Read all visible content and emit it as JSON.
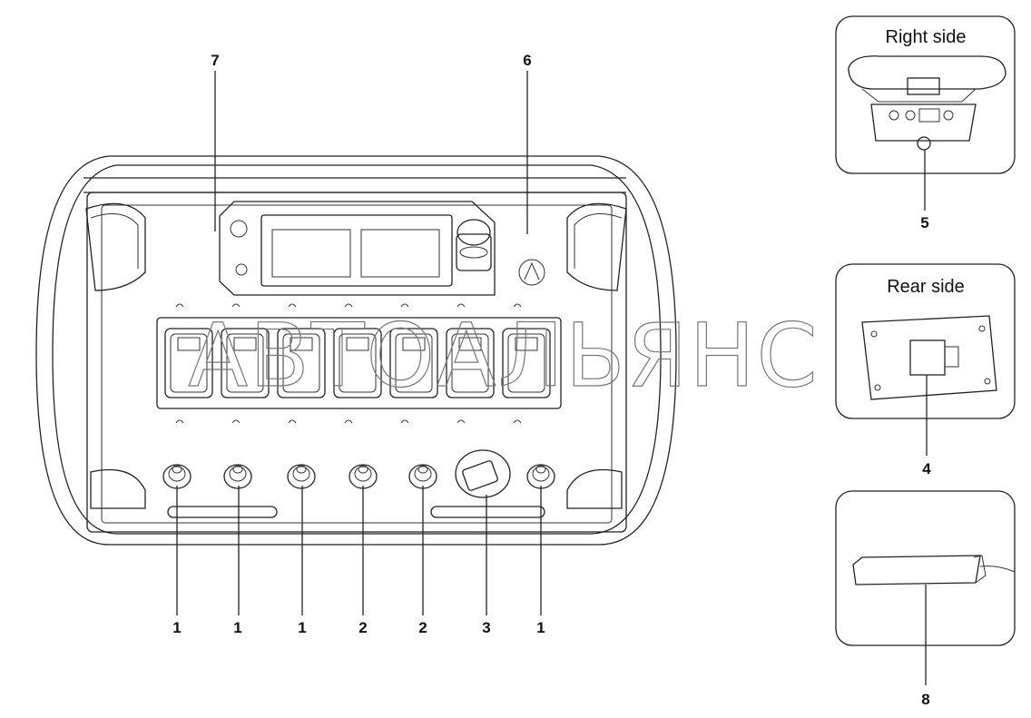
{
  "callouts": {
    "c7": "7",
    "c6": "6",
    "c1a": "1",
    "c1b": "1",
    "c1c": "1",
    "c2a": "2",
    "c2b": "2",
    "c3": "3",
    "c1d": "1",
    "c5": "5",
    "c4": "4",
    "c8": "8"
  },
  "panels": {
    "right_side_title": "Right side",
    "rear_side_title": "Rear side"
  },
  "watermark": "АВТОАЛЬЯНС"
}
